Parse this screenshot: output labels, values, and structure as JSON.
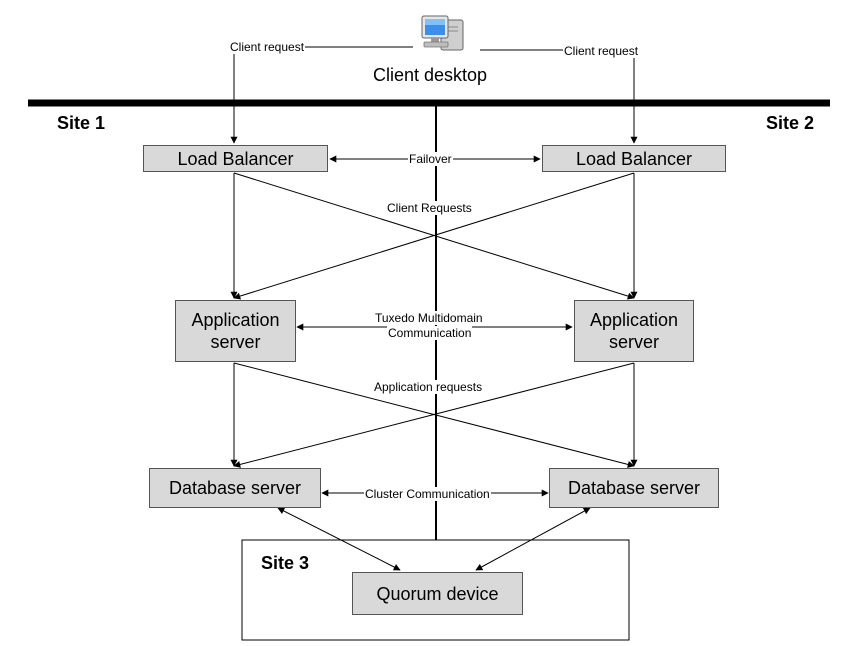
{
  "client": {
    "label": "Client desktop",
    "icon": "desktop-computer-icon"
  },
  "sites": {
    "site1": "Site 1",
    "site2": "Site 2",
    "site3": "Site 3"
  },
  "nodes": {
    "lb_left": "Load Balancer",
    "lb_right": "Load Balancer",
    "app_left": "Application\nserver",
    "app_right": "Application\nserver",
    "db_left": "Database server",
    "db_right": "Database server",
    "quorum": "Quorum device"
  },
  "edges": {
    "client_request_left": "Client request",
    "client_request_right": "Client request",
    "failover": "Failover",
    "client_requests": "Client Requests",
    "multidomain_line1": "Tuxedo Multidomain",
    "multidomain_line2": "Communication",
    "application_requests": "Application requests",
    "cluster_communication": "Cluster Communication"
  },
  "colors": {
    "node_fill": "#d9d9d9",
    "line": "#000000"
  }
}
